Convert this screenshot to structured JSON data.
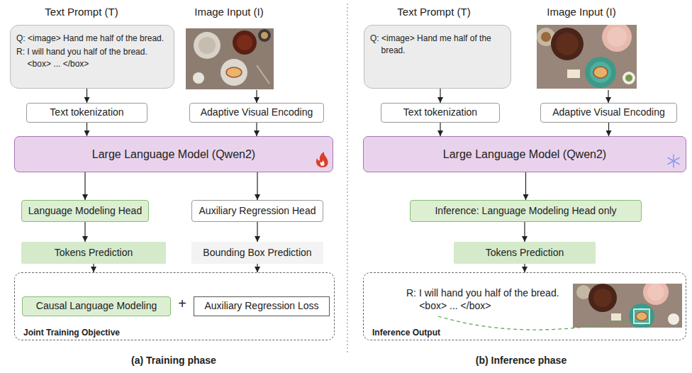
{
  "diagram": {
    "nodes": [
      {
        "text": [
          "Q: <image> Hand me half of the bread.",
          "R: I will hand you half of the bread. <box> ... </box>"
        ]
      },
      {
        "text": [
          "Text tokenization"
        ]
      },
      {
        "text": [
          "Adaptive Visual Encoding"
        ]
      },
      {
        "text": [
          "Large Language Model (Qwen2)"
        ]
      },
      {
        "text": [
          "Language Modeling Head"
        ]
      },
      {
        "text": [
          "Auxiliary Regression Head"
        ]
      },
      {
        "text": [
          "Tokens Prediction"
        ]
      },
      {
        "text": [
          "Bounding Box Prediction"
        ]
      },
      {
        "text": [
          "Joint Training Objective"
        ]
      },
      {
        "text": [
          "Causal Language Modeling"
        ],
        "in": 8
      },
      {
        "text": [
          "Auxiliary Regression Loss"
        ],
        "in": 8
      },
      {
        "text": [
          "Q: <image> Hand me half of the bread."
        ]
      },
      {
        "text": [
          "Text tokenization"
        ]
      },
      {
        "text": [
          "Adaptive Visual Encoding"
        ]
      },
      {
        "text": [
          "Large Language Model (Qwen2)"
        ]
      },
      {
        "text": [
          "Inference: Language Modeling Head only"
        ]
      },
      {
        "text": [
          "Tokens Prediction"
        ]
      },
      {
        "text": [
          "R: I will hand you half of the bread. <box> ... </box>",
          "Inference Output"
        ]
      }
    ],
    "edges": [
      {
        "from": 0,
        "to": 1,
        "arrow": "to"
      },
      {
        "from": 1,
        "to": 3,
        "arrow": "to"
      },
      {
        "from": 2,
        "to": 3,
        "arrow": "to"
      },
      {
        "from": 3,
        "to": 4,
        "arrow": "to"
      },
      {
        "from": 3,
        "to": 5,
        "arrow": "to"
      },
      {
        "from": 4,
        "to": 6,
        "arrow": "to"
      },
      {
        "from": 5,
        "to": 7,
        "arrow": "to"
      },
      {
        "from": 6,
        "to": 8,
        "arrow": "to"
      },
      {
        "from": 7,
        "to": 8,
        "arrow": "to"
      },
      {
        "from": 11,
        "to": 12,
        "arrow": "to"
      },
      {
        "from": 12,
        "to": 14,
        "arrow": "to"
      },
      {
        "from": 13,
        "to": 14,
        "arrow": "to"
      },
      {
        "from": 14,
        "to": 15,
        "arrow": "to"
      },
      {
        "from": 15,
        "to": 16,
        "arrow": "to"
      },
      {
        "from": 16,
        "to": 17,
        "arrow": "to"
      }
    ],
    "labels": [
      "Text Prompt (T)",
      "Image Input (I)",
      "+",
      "(a) Training phase",
      "Text Prompt (T)",
      "Image Input (I)",
      "(b) Inference phase"
    ]
  }
}
